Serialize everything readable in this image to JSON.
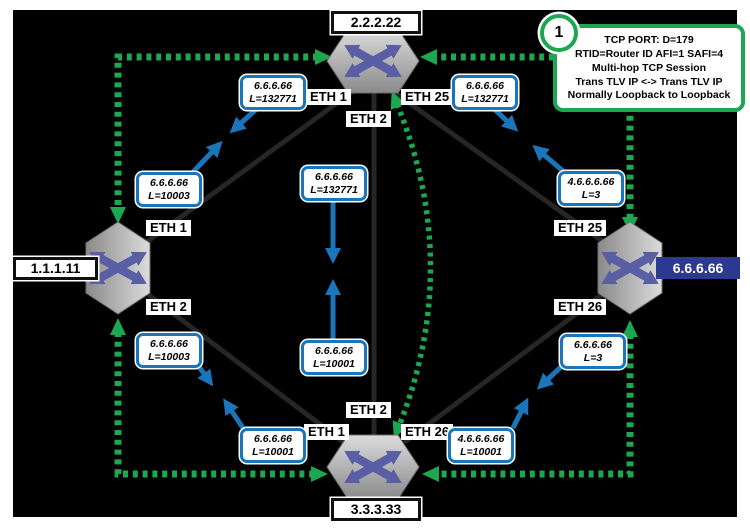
{
  "diagram": {
    "routers": {
      "top": {
        "name": "2.2.2.22",
        "icon": "switch-crossed-arrows"
      },
      "left": {
        "name": "1.1.1.11",
        "icon": "switch-crossed-arrows"
      },
      "right": {
        "name": "6.6.6.66",
        "icon": "switch-crossed-arrows"
      },
      "bottom": {
        "name": "3.3.3.33",
        "icon": "switch-crossed-arrows"
      }
    },
    "ports": {
      "top_eth1": "ETH 1",
      "top_eth2": "ETH 2",
      "top_eth25": "ETH 25",
      "left_eth1": "ETH 1",
      "left_eth2": "ETH 2",
      "right_eth25": "ETH 25",
      "right_eth26": "ETH 26",
      "bottom_eth1": "ETH 1",
      "bottom_eth2": "ETH 2",
      "bottom_eth26": "ETH 26"
    },
    "link_labels": {
      "tl_upper": {
        "ip": "6.6.6.66",
        "label": "L=132771"
      },
      "tl_lower": {
        "ip": "6.6.6.66",
        "label": "L=10003"
      },
      "tr_upper": {
        "ip": "6.6.6.66",
        "label": "L=132771"
      },
      "tr_lower": {
        "ip": "4.6.6.6.66",
        "label": "L=3"
      },
      "mid_upper": {
        "ip": "6.6.6.66",
        "label": "L=132771"
      },
      "mid_lower": {
        "ip": "6.6.6.66",
        "label": "L=10001"
      },
      "bl_upper": {
        "ip": "6.6.6.66",
        "label": "L=10003"
      },
      "bl_lower": {
        "ip": "6.6.6.66",
        "label": "L=10001"
      },
      "br_upper": {
        "ip": "6.6.6.66",
        "label": "L=3"
      },
      "br_lower": {
        "ip": "4.6.6.6.66",
        "label": "L=10001"
      }
    },
    "callout": {
      "number": "1",
      "lines": [
        "TCP PORT: D=179",
        "RTID=Router ID AFI=1 SAFI=4",
        "Multi-hop TCP Session",
        "Trans TLV IP <-> Trans TLV IP",
        "Normally Loopback to Loopback"
      ]
    },
    "colors": {
      "green": "#1CA750",
      "blue": "#1B75BB",
      "purple": "#5A5EA4",
      "navy": "#2B3990",
      "ink": "#262626"
    }
  }
}
